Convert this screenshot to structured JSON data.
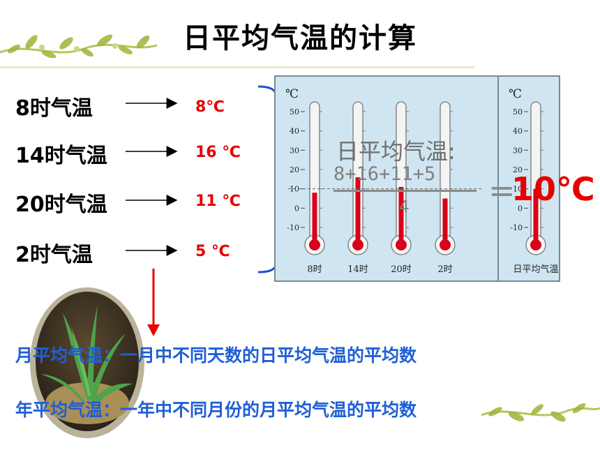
{
  "title": "日平均气温的计算",
  "readings": [
    {
      "label": "8时气温",
      "value": "8℃"
    },
    {
      "label": "14时气温",
      "value": "16 ℃"
    },
    {
      "label": "20时气温",
      "value": "11 ℃"
    },
    {
      "label": "2时气温",
      "value": "5 ℃"
    }
  ],
  "thermometers": {
    "unit": "℃",
    "scale": [
      "50",
      "40",
      "30",
      "20",
      "10",
      "0",
      "-10"
    ],
    "items": [
      {
        "label": "8时",
        "temp": 8
      },
      {
        "label": "14时",
        "temp": 16
      },
      {
        "label": "20时",
        "temp": 11
      },
      {
        "label": "2时",
        "temp": 5
      }
    ],
    "average": {
      "label": "日平均气温",
      "temp": 10
    }
  },
  "formula": {
    "title": "日平均气温:",
    "numerator": "8+16+11+5",
    "denominator": "4",
    "equals": "=",
    "result": "10℃"
  },
  "definitions": {
    "monthly": "月平均气温：一月中不同天数的日平均气温的平均数",
    "yearly": "年平均气温：一年中不同月份的月平均气温的平均数"
  },
  "colors": {
    "accent": "#e60000",
    "definition": "#1f5fd6",
    "panel": "#cfe6f2"
  }
}
